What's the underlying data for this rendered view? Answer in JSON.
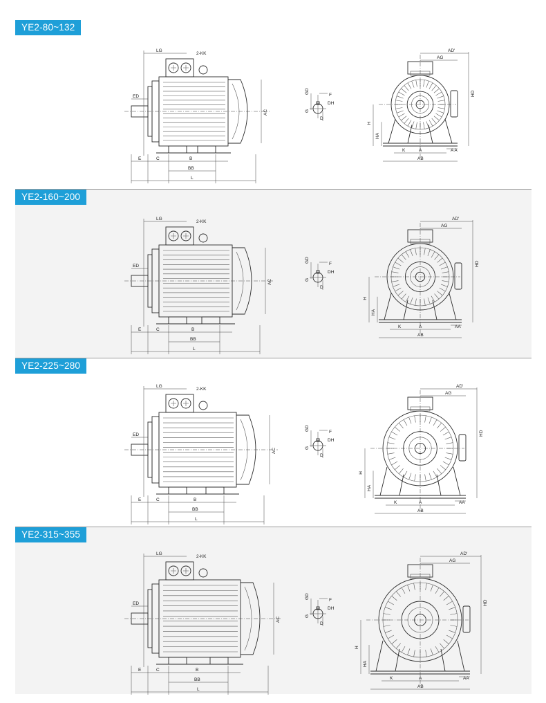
{
  "sections": [
    {
      "title": "YE2-80~132",
      "side_labels": {
        "lg": "LG",
        "kk": "2-KK",
        "ed": "ED",
        "ac": "AC",
        "e": "E",
        "c": "C",
        "b": "B",
        "bb": "BB",
        "l": "L"
      },
      "shaft_labels": {
        "gd": "GD",
        "f": "F",
        "dh": "DH",
        "g": "G",
        "d": "D"
      },
      "front_labels": {
        "ad": "AD'",
        "ag": "AG",
        "hd": "HD",
        "h": "H",
        "ha": "HA",
        "k": "K",
        "a": "A",
        "aa": "A A",
        "ab": "AB"
      }
    },
    {
      "title": "YE2-160~200",
      "side_labels": {
        "lg": "LG",
        "kk": "2-KK",
        "ed": "ED",
        "ac": "AC",
        "e": "E",
        "c": "C",
        "b": "B",
        "bb": "BB",
        "l": "L"
      },
      "shaft_labels": {
        "gd": "GD",
        "f": "F",
        "dh": "DH",
        "g": "G",
        "d": "D"
      },
      "front_labels": {
        "ad": "AD'",
        "ag": "AG",
        "hd": "HD",
        "h": "H",
        "ha": "HA",
        "k": "K",
        "a": "A",
        "aa": "AA",
        "ab": "AB"
      }
    },
    {
      "title": "YE2-225~280",
      "side_labels": {
        "lg": "LG",
        "kk": "2-KK",
        "ed": "ED",
        "ac": "AC",
        "e": "E",
        "c": "C",
        "b": "B",
        "bb": "BB",
        "l": "L"
      },
      "shaft_labels": {
        "gd": "GD",
        "f": "F",
        "dh": "DH",
        "g": "G",
        "d": "D"
      },
      "front_labels": {
        "ad": "AD'",
        "ag": "AG",
        "hd": "HD",
        "h": "H",
        "ha": "HA",
        "k": "K",
        "a": "A",
        "aa": "AA",
        "ab": "AB"
      }
    },
    {
      "title": "YE2-315~355",
      "side_labels": {
        "lg": "LG",
        "kk": "2-KK",
        "ed": "ED",
        "ac": "AC",
        "e": "E",
        "c": "C",
        "b": "B",
        "bb": "BB",
        "l": "L"
      },
      "shaft_labels": {
        "gd": "GD",
        "f": "F",
        "dh": "DH",
        "g": "G",
        "d": "D"
      },
      "front_labels": {
        "ad": "AD'",
        "ag": "AG",
        "hd": "HD",
        "h": "H",
        "ha": "HA",
        "k": "K",
        "a": "A",
        "aa": "AA",
        "ab": "AB"
      }
    }
  ],
  "colors": {
    "tab_bg": "#1e9fd8",
    "tab_text": "#ffffff",
    "alt_bg": "#f3f3f3",
    "line": "#2a2a2a"
  }
}
